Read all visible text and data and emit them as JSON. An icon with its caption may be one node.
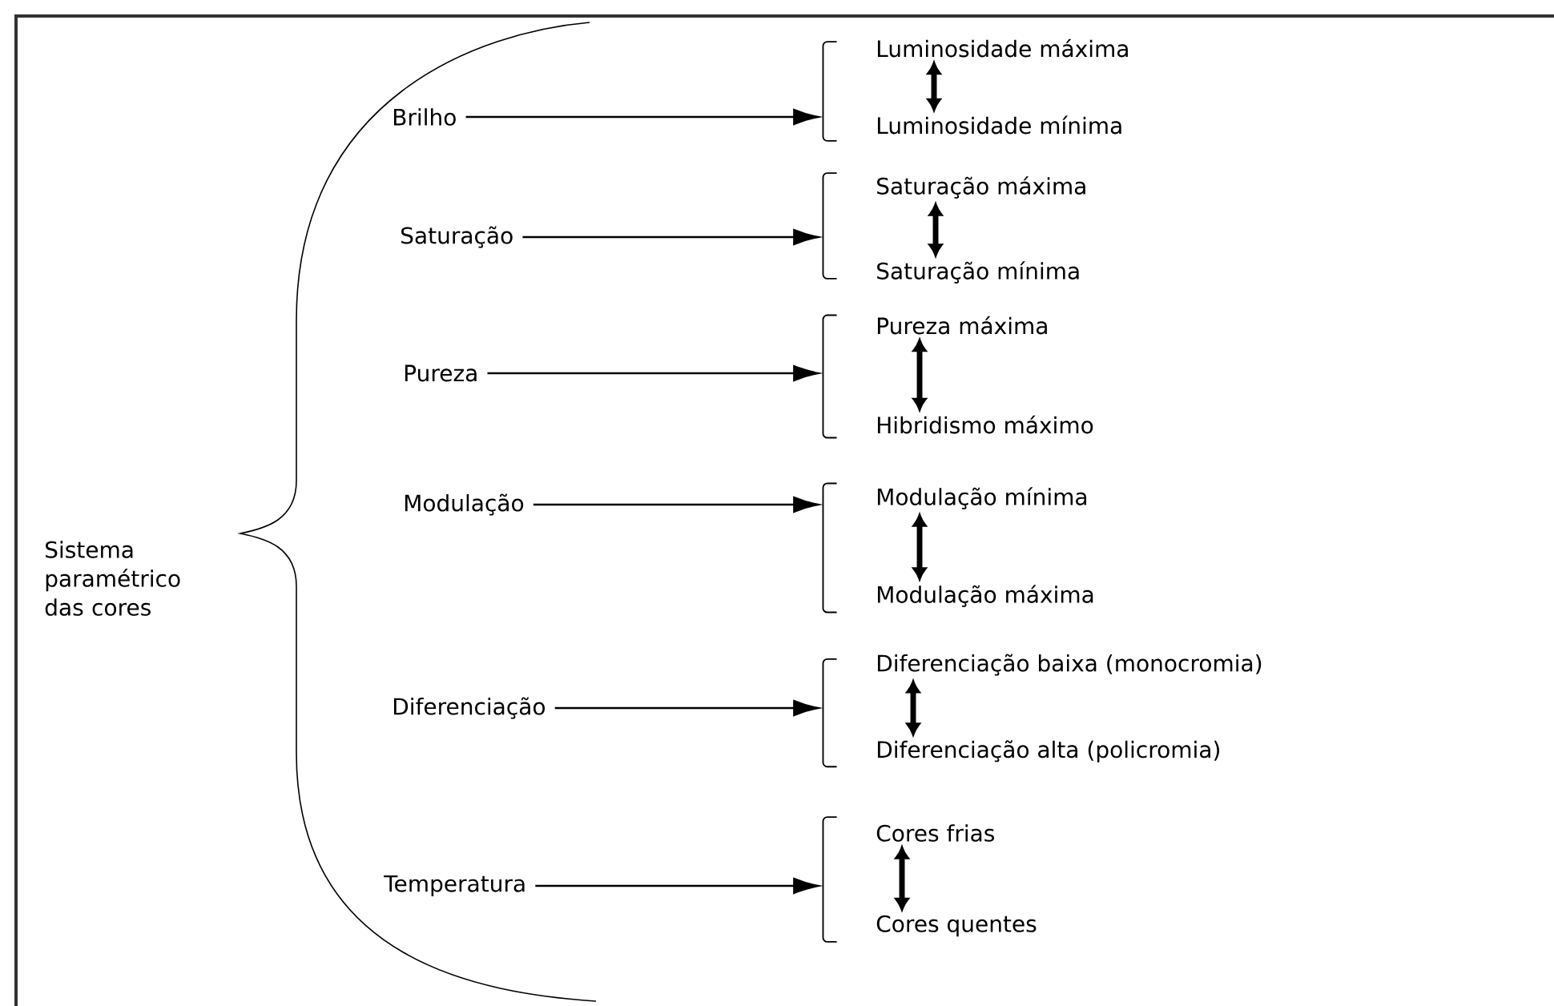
{
  "diagram": {
    "nodes": [
      {
        "text": [
          "Sistema paramétrico das cores"
        ]
      },
      {
        "text": [
          "Brilho"
        ]
      },
      {
        "text": [],
        "shape": "bracket"
      },
      {
        "text": [
          "Luminosidade  máxima"
        ]
      },
      {
        "text": [
          "Luminosidade  mínima"
        ]
      },
      {
        "text": [
          "Saturação"
        ]
      },
      {
        "text": [],
        "shape": "bracket"
      },
      {
        "text": [
          "Saturação  máxima"
        ]
      },
      {
        "text": [
          "Saturação  mínima"
        ]
      },
      {
        "text": [
          "Pureza"
        ]
      },
      {
        "text": [],
        "shape": "bracket"
      },
      {
        "text": [
          "Pureza  máxima"
        ]
      },
      {
        "text": [
          "Hibridismo  máximo"
        ]
      },
      {
        "text": [
          "Modulação"
        ]
      },
      {
        "text": [],
        "shape": "bracket"
      },
      {
        "text": [
          "Modulação  mínima"
        ]
      },
      {
        "text": [
          "Modulação  máxima"
        ]
      },
      {
        "text": [
          "Diferenciação"
        ]
      },
      {
        "text": [],
        "shape": "bracket"
      },
      {
        "text": [
          "Diferenciação  baixa  (monocromia)"
        ]
      },
      {
        "text": [
          "Diferenciação  alta  (policromia)"
        ]
      },
      {
        "text": [
          "Temperatura"
        ]
      },
      {
        "text": [],
        "shape": "bracket"
      },
      {
        "text": [
          "Cores frias"
        ]
      },
      {
        "text": [
          "Cores quentes"
        ]
      }
    ],
    "edges": [
      {
        "from": 1,
        "to": 2,
        "arrow": "to"
      },
      {
        "from": 3,
        "to": 4,
        "arrow": "both",
        "style": "thick"
      },
      {
        "from": 5,
        "to": 6,
        "arrow": "to"
      },
      {
        "from": 7,
        "to": 8,
        "arrow": "both",
        "style": "thick"
      },
      {
        "from": 9,
        "to": 10,
        "arrow": "to"
      },
      {
        "from": 11,
        "to": 12,
        "arrow": "both",
        "style": "thick"
      },
      {
        "from": 13,
        "to": 14,
        "arrow": "to"
      },
      {
        "from": 15,
        "to": 16,
        "arrow": "both",
        "style": "thick"
      },
      {
        "from": 17,
        "to": 18,
        "arrow": "to"
      },
      {
        "from": 19,
        "to": 20,
        "arrow": "both",
        "style": "thick"
      },
      {
        "from": 21,
        "to": 22,
        "arrow": "to"
      },
      {
        "from": 23,
        "to": 24,
        "arrow": "both",
        "style": "thick"
      }
    ]
  }
}
